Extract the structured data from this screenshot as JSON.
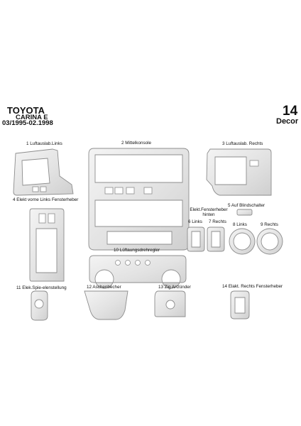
{
  "header": {
    "brand": "TOYOTA",
    "model": "CARINA E",
    "years": "03/1995-02.1998",
    "set_number": "14",
    "set_word": "Decor"
  },
  "parts": [
    {
      "id": 1,
      "label": "1  Luftauslab.Links"
    },
    {
      "id": 2,
      "label": "2  Mittelkonsole"
    },
    {
      "id": 3,
      "label": "3  Luftauslab. Rechts"
    },
    {
      "id": 4,
      "label": "4  Elekt vorne Links Fensterheber"
    },
    {
      "id": 5,
      "label": "5  Auf Blindschalter"
    },
    {
      "id": "elekt",
      "label": "Elekt.Fensterheber hinten"
    },
    {
      "id": 6,
      "label": "6 Links"
    },
    {
      "id": 7,
      "label": "7 Rechts"
    },
    {
      "id": 8,
      "label": "8  Links"
    },
    {
      "id": 9,
      "label": "9  Rechts"
    },
    {
      "id": 10,
      "label": "10  Lüftaungsdrehregler"
    },
    {
      "id": 11,
      "label": "11  Elek.Spie-elenstellung"
    },
    {
      "id": 12,
      "label": "12 Aschenbecher"
    },
    {
      "id": 13,
      "label": "13  Zig Anzünder"
    },
    {
      "id": 14,
      "label": "14  Elakt. Rechts Fensterheber"
    }
  ],
  "colors": {
    "metal_light": "#f4f4f4",
    "metal_dark": "#cfcfcf",
    "outline": "#8d8d8d"
  }
}
